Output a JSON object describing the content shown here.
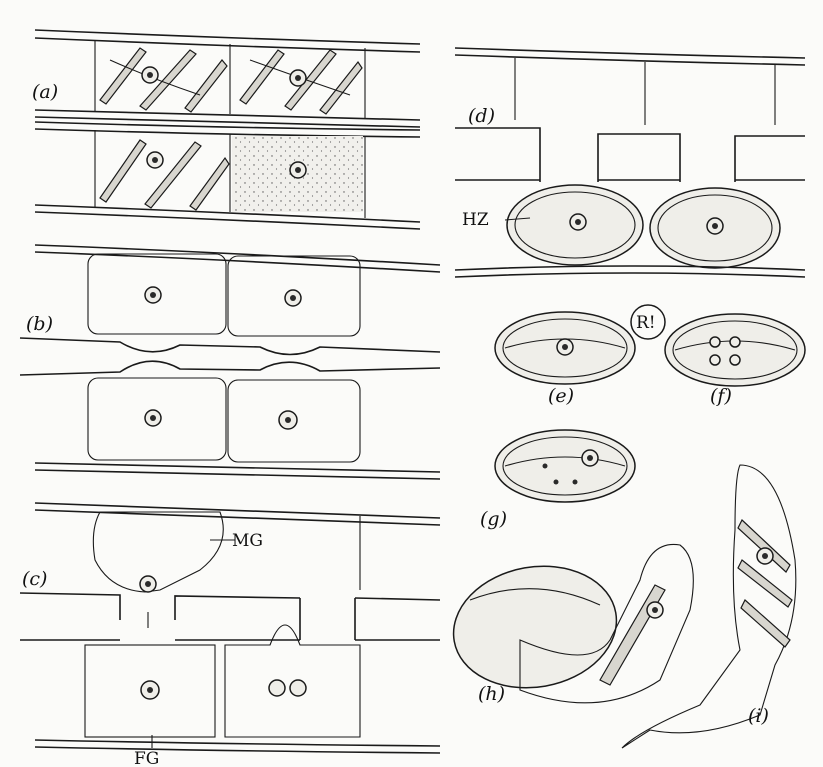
{
  "panel_labels": {
    "a": "(a)",
    "b": "(b)",
    "c": "(c)",
    "d": "(d)",
    "e": "(e)",
    "f": "(f)",
    "g": "(g)",
    "h": "(h)",
    "i": "(i)"
  },
  "annotations": {
    "mg": "MG",
    "fg": "FG",
    "hz": "HZ",
    "r": "R!"
  }
}
